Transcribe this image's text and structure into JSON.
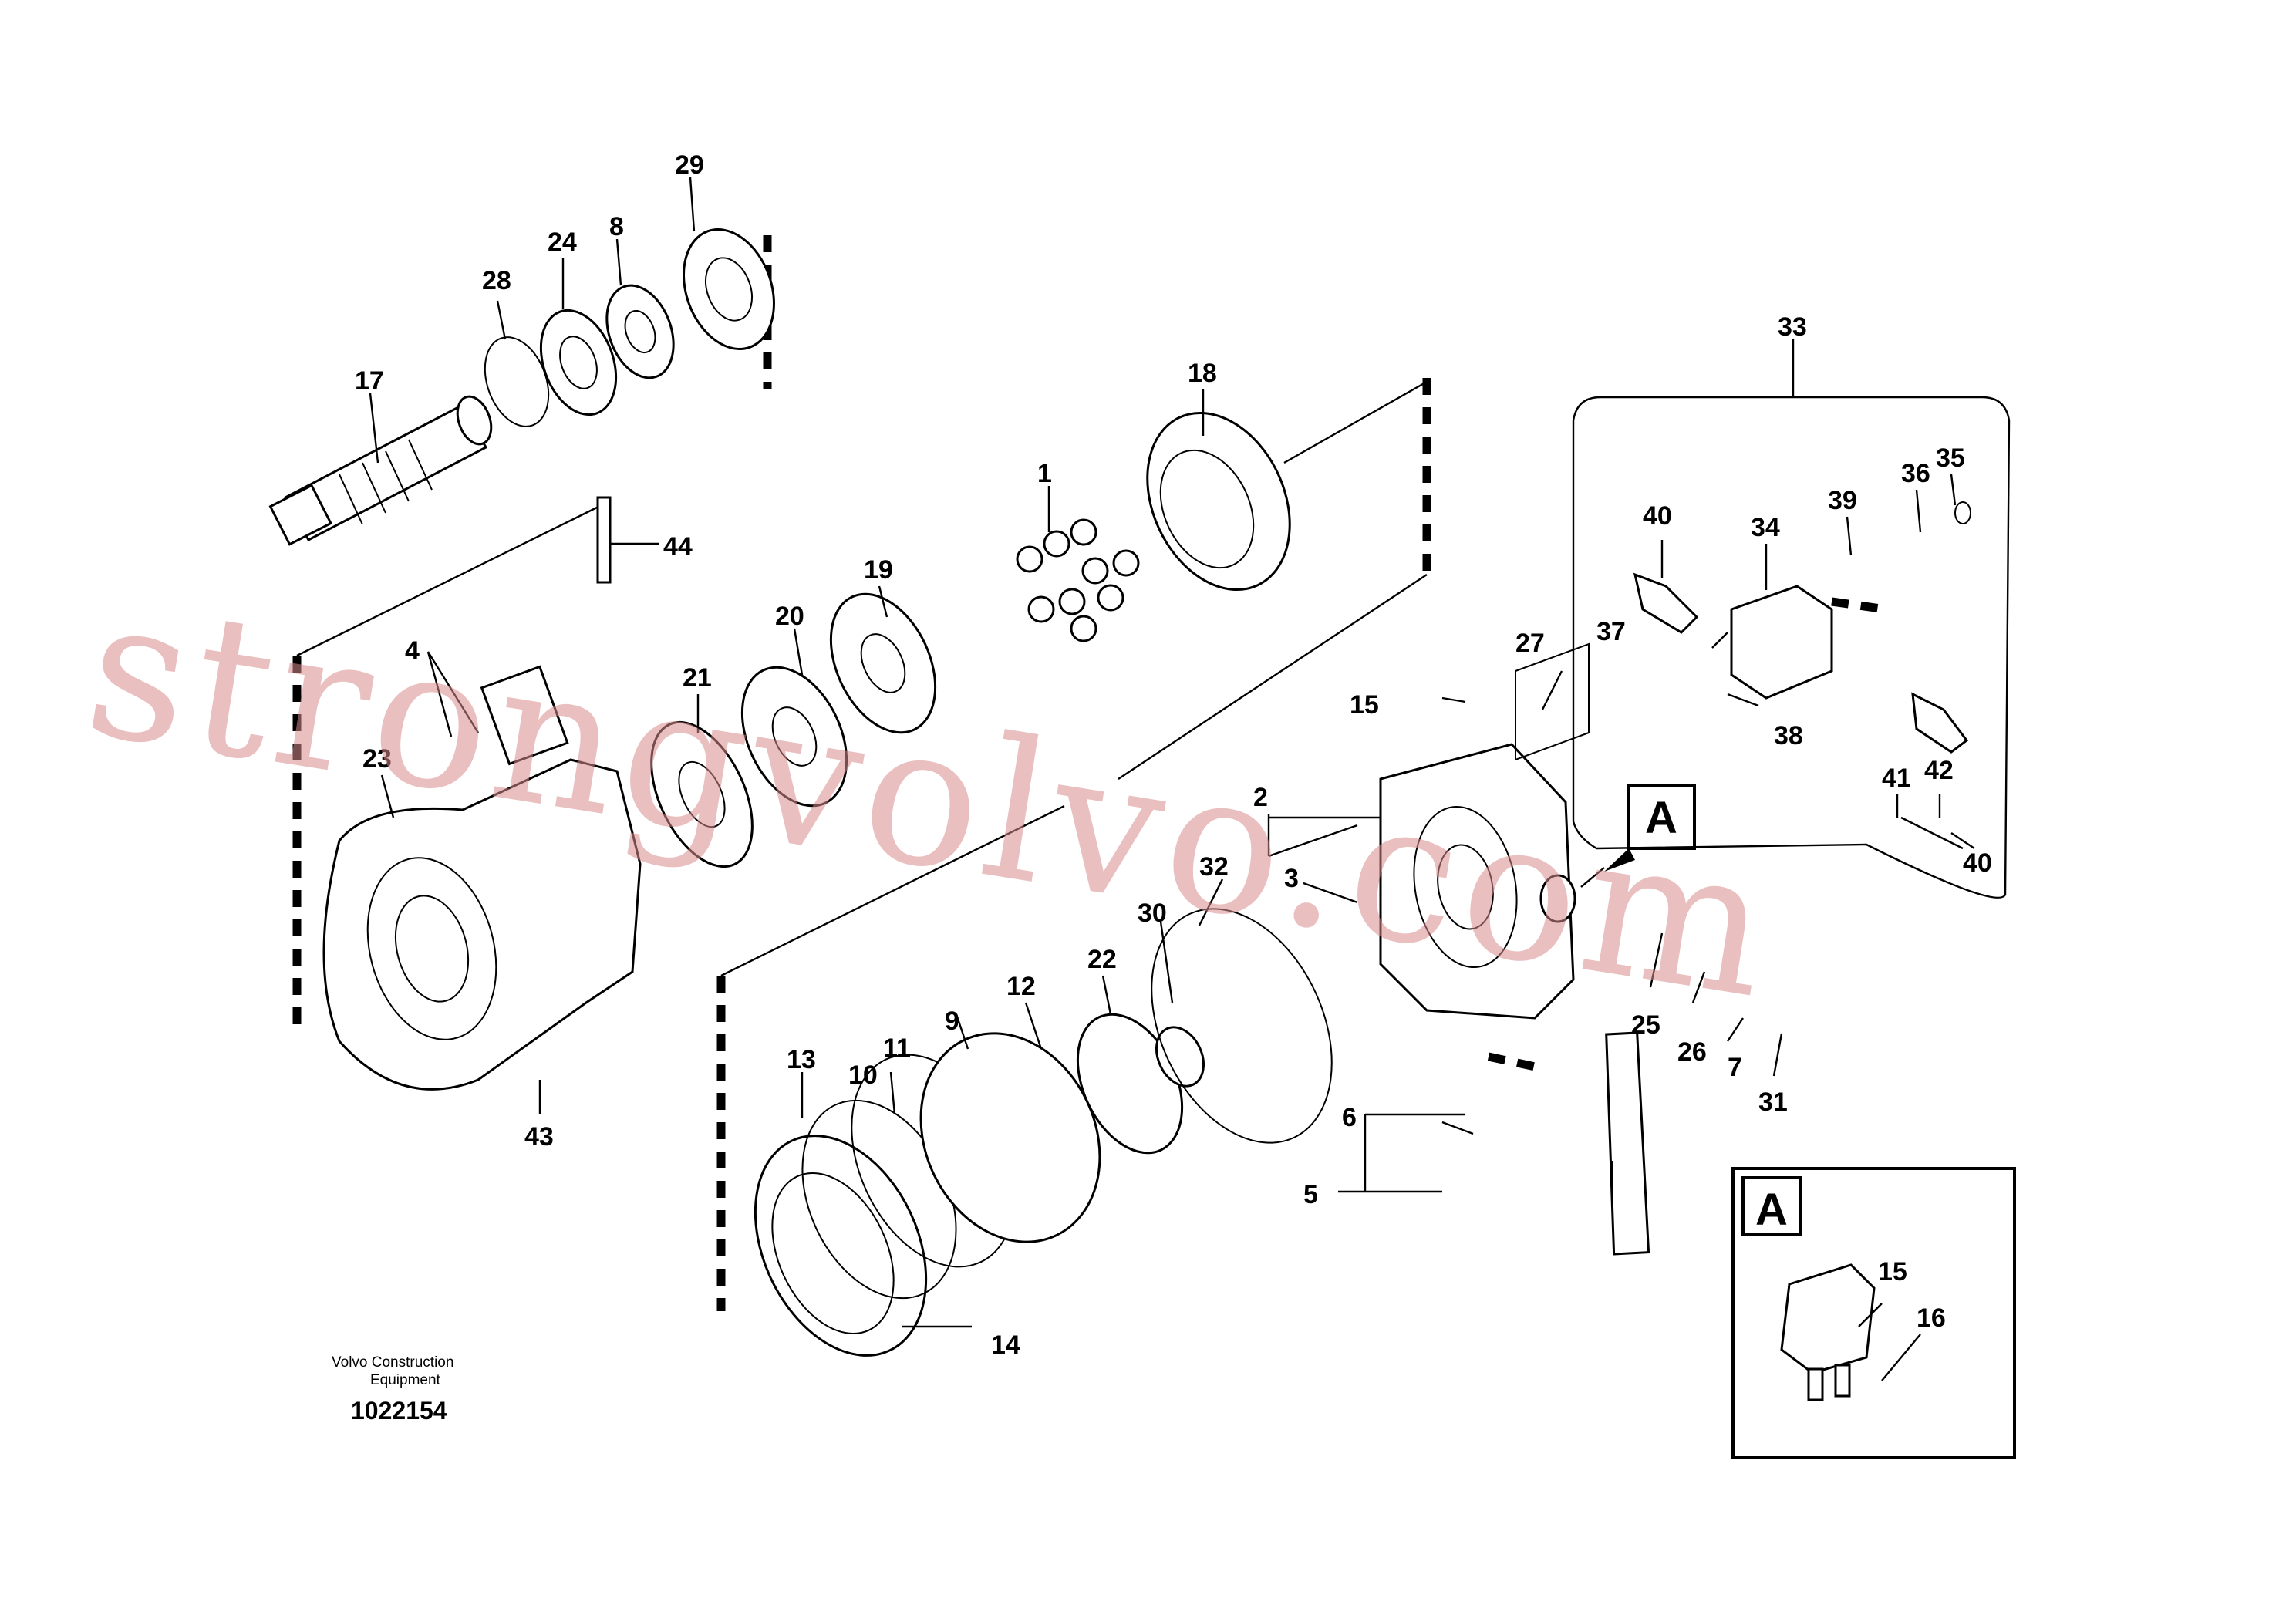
{
  "callouts": [
    {
      "id": "1",
      "label": "1"
    },
    {
      "id": "2",
      "label": "2"
    },
    {
      "id": "3",
      "label": "3"
    },
    {
      "id": "4",
      "label": "4"
    },
    {
      "id": "5",
      "label": "5"
    },
    {
      "id": "6",
      "label": "6"
    },
    {
      "id": "7",
      "label": "7"
    },
    {
      "id": "8",
      "label": "8"
    },
    {
      "id": "9",
      "label": "9"
    },
    {
      "id": "10",
      "label": "10"
    },
    {
      "id": "11",
      "label": "11"
    },
    {
      "id": "12",
      "label": "12"
    },
    {
      "id": "13",
      "label": "13"
    },
    {
      "id": "14",
      "label": "14"
    },
    {
      "id": "15a",
      "label": "15"
    },
    {
      "id": "15b",
      "label": "15"
    },
    {
      "id": "16",
      "label": "16"
    },
    {
      "id": "17",
      "label": "17"
    },
    {
      "id": "18",
      "label": "18"
    },
    {
      "id": "19",
      "label": "19"
    },
    {
      "id": "20",
      "label": "20"
    },
    {
      "id": "21",
      "label": "21"
    },
    {
      "id": "22",
      "label": "22"
    },
    {
      "id": "23",
      "label": "23"
    },
    {
      "id": "24",
      "label": "24"
    },
    {
      "id": "25",
      "label": "25"
    },
    {
      "id": "26",
      "label": "26"
    },
    {
      "id": "27",
      "label": "27"
    },
    {
      "id": "28",
      "label": "28"
    },
    {
      "id": "29",
      "label": "29"
    },
    {
      "id": "30",
      "label": "30"
    },
    {
      "id": "31",
      "label": "31"
    },
    {
      "id": "32",
      "label": "32"
    },
    {
      "id": "33",
      "label": "33"
    },
    {
      "id": "34",
      "label": "34"
    },
    {
      "id": "35",
      "label": "35"
    },
    {
      "id": "36",
      "label": "36"
    },
    {
      "id": "37",
      "label": "37"
    },
    {
      "id": "38",
      "label": "38"
    },
    {
      "id": "39",
      "label": "39"
    },
    {
      "id": "40a",
      "label": "40"
    },
    {
      "id": "40b",
      "label": "40"
    },
    {
      "id": "41",
      "label": "41"
    },
    {
      "id": "42",
      "label": "42"
    },
    {
      "id": "43",
      "label": "43"
    },
    {
      "id": "44",
      "label": "44"
    }
  ],
  "view_marker": {
    "label": "A"
  },
  "detail_view": {
    "label": "A"
  },
  "credit": {
    "line1": "Volvo Construction",
    "line2": "Equipment"
  },
  "drawing_number": "1022154",
  "watermark": "strongvolvo.com",
  "colors": {
    "line": "#000000",
    "watermark": "#d98b8b",
    "background": "#ffffff"
  }
}
